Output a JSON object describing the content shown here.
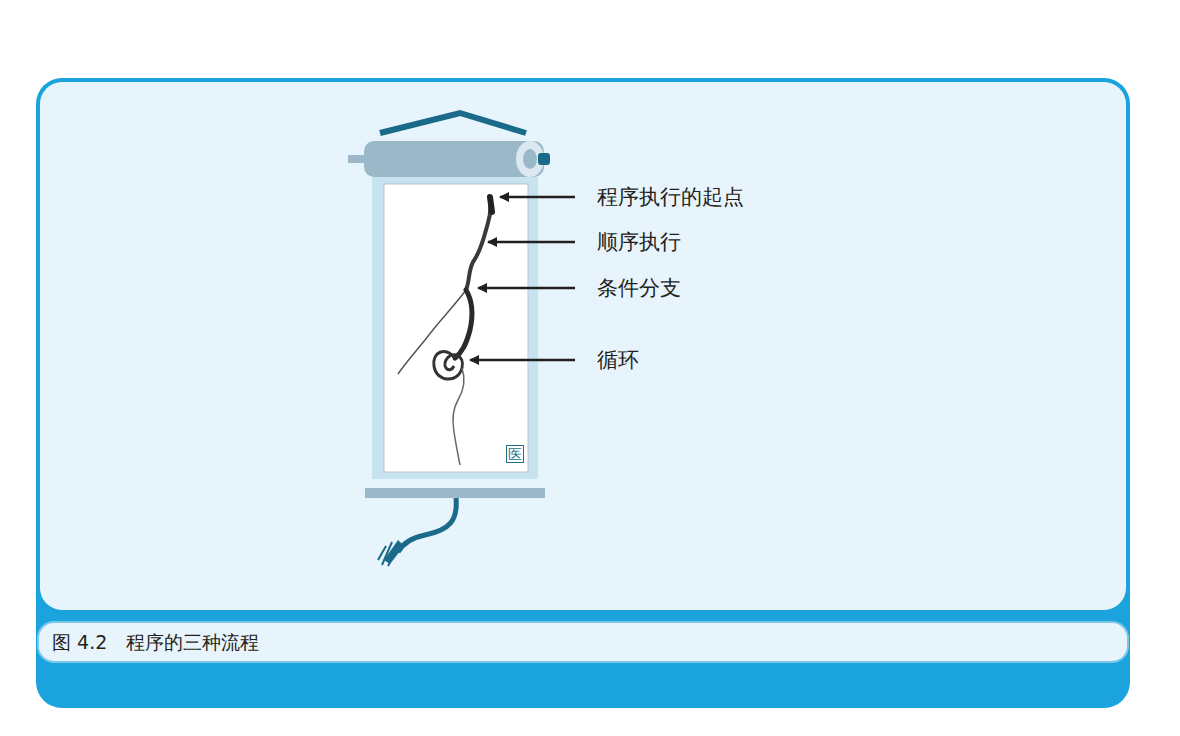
{
  "diagram": {
    "caption": "图 4.2　程序的三种流程",
    "labels": [
      "程序执行的起点",
      "顺序执行",
      "条件分支",
      "循环",
      "医"
    ]
  }
}
